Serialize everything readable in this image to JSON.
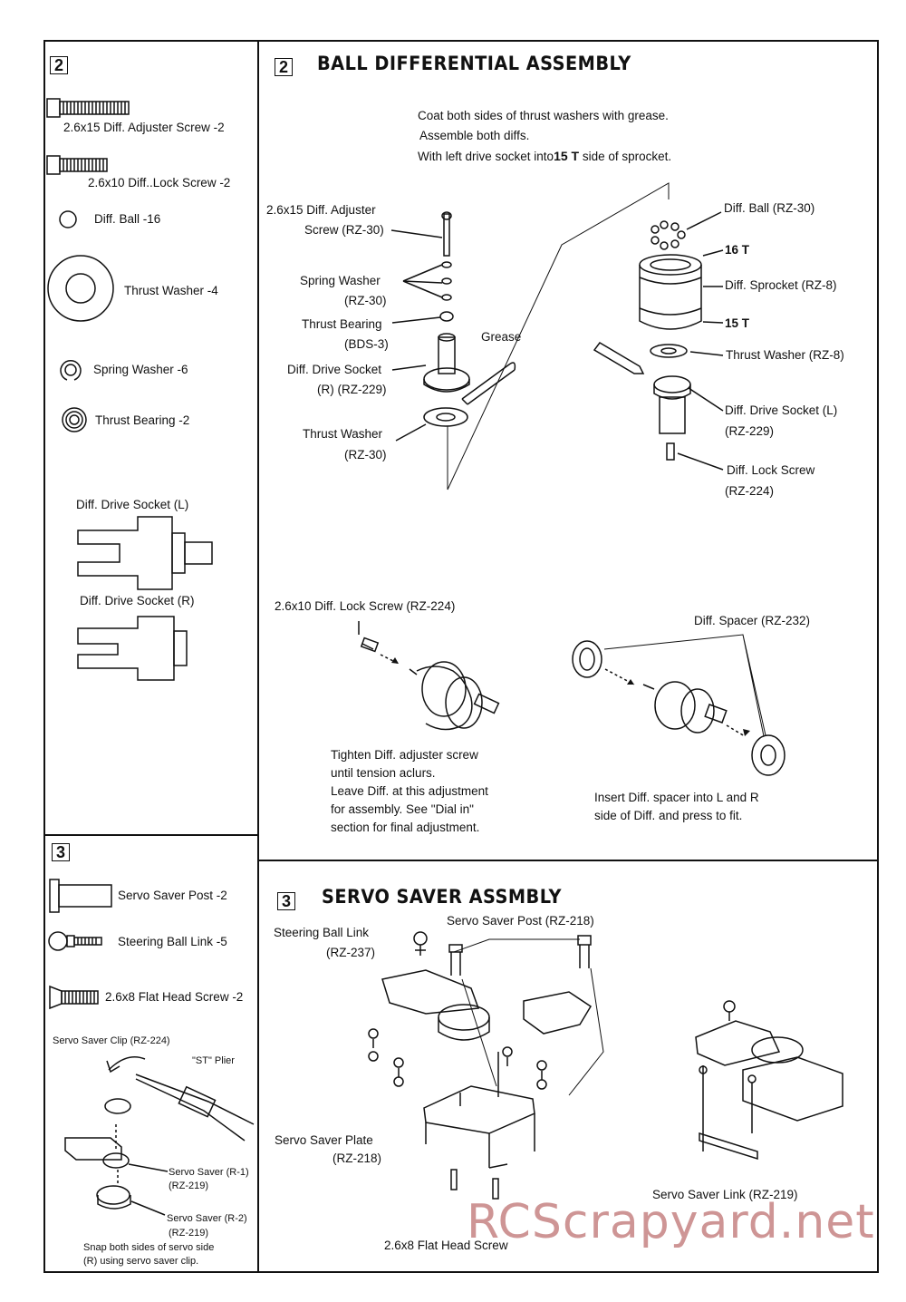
{
  "left": {
    "sec2_num": "2",
    "parts2": [
      "2.6x15 Diff. Adjuster Screw -2",
      "2.6x10 Diff..Lock Screw -2",
      "Diff. Ball -16",
      "Thrust Washer -4",
      "Spring Washer -6",
      "Thrust Bearing -2"
    ],
    "socket_l": "Diff. Drive Socket (L)",
    "socket_r": "Diff. Drive Socket (R)",
    "sec3_num": "3",
    "parts3": [
      "Servo Saver Post -2",
      "Steering Ball Link -5",
      "2.6x8 Flat Head Screw -2"
    ],
    "clip_labels": {
      "clip": "Servo Saver Clip (RZ-224)",
      "plier": "\"ST\" Plier",
      "saver_r1": "Servo Saver (R-1)",
      "saver_r1_code": "(RZ-219)",
      "saver_r2": "Servo Saver (R-2)",
      "saver_r2_code": "(RZ-219)",
      "note1": "Snap both sides of servo side",
      "note2": "(R) using servo saver clip."
    }
  },
  "diff": {
    "num": "2",
    "title": "BALL DIFFERENTIAL ASSEMBLY",
    "instr1": "Coat both sides of thrust washers with grease.",
    "instr2": "Assemble both diffs.",
    "instr3a": "With left drive socket into",
    "instr3b": "15 T",
    "instr3c": " side of sprocket.",
    "adj1": "2.6x15 Diff. Adjuster",
    "adj2": "Screw (RZ-30)",
    "sw1": "Spring Washer",
    "sw2": "(RZ-30)",
    "tb1": "Thrust Bearing",
    "tb2": "(BDS-3)",
    "ds1": "Diff. Drive Socket",
    "ds2": "(R) (RZ-229)",
    "grease": "Grease",
    "tw1": "Thrust Washer",
    "tw2": "(RZ-30)",
    "ball": "Diff. Ball (RZ-30)",
    "t16": "16 T",
    "sprocket": "Diff. Sprocket (RZ-8)",
    "t15": "15 T",
    "twr": "Thrust Washer (RZ-8)",
    "dsl1": "Diff. Drive Socket (L)",
    "dsl2": "(RZ-229)",
    "ls1": "Diff. Lock Screw",
    "ls2": "(RZ-224)",
    "lock_screw": "2.6x10 Diff. Lock Screw (RZ-224)",
    "spacer": "Diff. Spacer (RZ-232)",
    "tighten": [
      "Tighten Diff. adjuster screw",
      "until tension aclurs.",
      "Leave Diff. at this adjustment",
      "for assembly.  See \"Dial in\"",
      "section for final adjustment."
    ],
    "insert": [
      "Insert Diff. spacer into L and R",
      "side of Diff. and press to fit."
    ]
  },
  "servo": {
    "num": "3",
    "title": "SERVO SAVER ASSMBLY",
    "ball_link1": "Steering Ball Link",
    "ball_link2": "(RZ-237)",
    "post": "Servo Saver Post (RZ-218)",
    "plate1": "Servo Saver Plate",
    "plate2": "(RZ-218)",
    "screw": "2.6x8 Flat Head Screw",
    "link": "Servo Saver Link (RZ-219)"
  },
  "watermark": "RCScrapyard.net"
}
